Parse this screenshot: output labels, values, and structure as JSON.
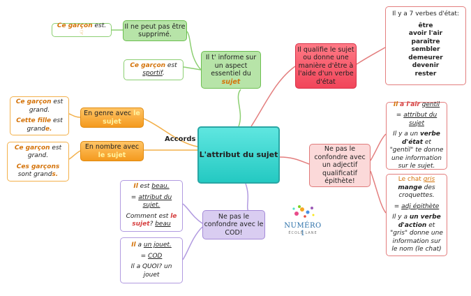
{
  "center": {
    "label": "L'attribut du sujet"
  },
  "accords_label": "Accords",
  "top_left": {
    "node": {
      "pre": "Il t' informe sur un aspect essentiel du",
      "highlight": "sujet"
    },
    "child1": {
      "text": "Il ne peut pas être supprimé."
    },
    "note1": {
      "subject": "Ce garçon",
      "rest": " est.",
      "icon": "thumbs-down-icon"
    },
    "note2": {
      "subject": "Ce garçon",
      "mid": " est ",
      "adj": "sportif",
      "end": "."
    }
  },
  "genre": {
    "node": {
      "pre": "En genre avec ",
      "highlight": "le sujet"
    },
    "note": {
      "l1_subject": "Ce garçon",
      "l1_rest": " est grand.",
      "l2_subject": "Cette fille",
      "l2_rest": " est grand",
      "l2_end": "e."
    }
  },
  "nombre": {
    "node": {
      "pre": "En nombre avec ",
      "highlight": "le sujet"
    },
    "note": {
      "l1_subject": "Ce garçon",
      "l1_rest": " est grand.",
      "l2_subject": "Ces garçons",
      "l2_rest": " sont grand",
      "l2_end": "s."
    }
  },
  "cod": {
    "node": {
      "text": "Ne pas le confondre avec le COD!"
    },
    "note1": {
      "l1_subj": "Il",
      "l1_verb": " est ",
      "l1_attr": "beau.",
      "l2_eq": "= ",
      "l2_val": "attribut du sujet.",
      "l3_pre": "Comment est ",
      "l3_subj": "le sujet",
      "l3_q": "? ",
      "l3_attr": "beau"
    },
    "note2": {
      "l1_subj": "Il",
      "l1_verb": " a ",
      "l1_obj": "un jouet.",
      "l2_eq": "= ",
      "l2_val": "COD",
      "l3": "Il a QUOI? un jouet"
    }
  },
  "verbe_etat": {
    "node": {
      "text": "Il qualifie le sujet ou donne une manière d'être à l'aide d'un verbe d'état"
    },
    "note": {
      "intro": "Il y a 7 verbes d'état:",
      "verbs": [
        "être",
        "avoir l'air",
        "paraître",
        "sembler",
        "demeurer",
        "devenir",
        "rester"
      ]
    }
  },
  "epithete": {
    "node": {
      "text": "Ne pas le confondre avec un adjectif qualificatif épithète!"
    },
    "note1": {
      "l1_subj": "Il",
      "l1_verb": "a l'air",
      "l1_attr": "gentil",
      "l2_eq": "= ",
      "l2_val": "attribut du sujet",
      "l3_pre": "Il y a un ",
      "l3_b": "verbe d'état",
      "l3_mid": " et \"gentil\" te donne une information sur le sujet."
    },
    "note2": {
      "l1_pre": "Le chat ",
      "l1_adj": "gris",
      "l1_verb": "mange",
      "l1_rest": " des croquettes.",
      "l2_eq": "= ",
      "l2_val": "adj épithète",
      "l3_pre": "Il y a ",
      "l3_b": "un verbe d'action",
      "l3_mid": " et \"gris\" donne une information sur le nom (le chat)"
    }
  },
  "logo": {
    "text": "NUMÉRO 1",
    "subtext": "ÉCOLE LANE"
  },
  "colors": {
    "center": "#3dd8d1",
    "green": "#b7e4a8",
    "orange": "#f7a42c",
    "red": "#f1455a",
    "pink": "#fbd9d9",
    "purple": "#d9cdf1"
  }
}
